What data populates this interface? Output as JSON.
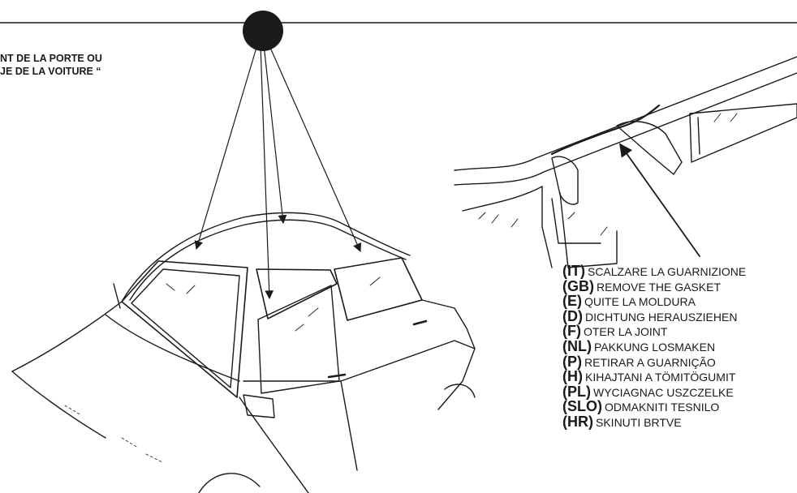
{
  "caption": {
    "line1": "NT DE LA PORTE OU",
    "line2": "JE DE LA VOITURE “"
  },
  "instructions": [
    {
      "code": "(IT)",
      "text": "SCALZARE LA GUARNIZIONE"
    },
    {
      "code": "(GB)",
      "text": "REMOVE THE GASKET"
    },
    {
      "code": "(E)",
      "text": "QUITE LA MOLDURA"
    },
    {
      "code": "(D)",
      "text": "DICHTUNG HERAUSZIEHEN"
    },
    {
      "code": "(F)",
      "text": "OTER LA JOINT"
    },
    {
      "code": "(NL)",
      "text": "PAKKUNG LOSMAKEN"
    },
    {
      "code": "(P)",
      "text": "RETIRAR A GUARNIÇÃO"
    },
    {
      "code": "(H)",
      "text": "KIHAJTANI A TÖMITÖGUMIT"
    },
    {
      "code": "(PL)",
      "text": "WYCIAGNAC USZCZELKE"
    },
    {
      "code": "(SLO)",
      "text": "ODMAKNITI TESNILO"
    },
    {
      "code": "(HR)",
      "text": "SKINUTI BRTVE"
    }
  ],
  "colors": {
    "ink": "#1a1a1a",
    "background": "#ffffff"
  }
}
